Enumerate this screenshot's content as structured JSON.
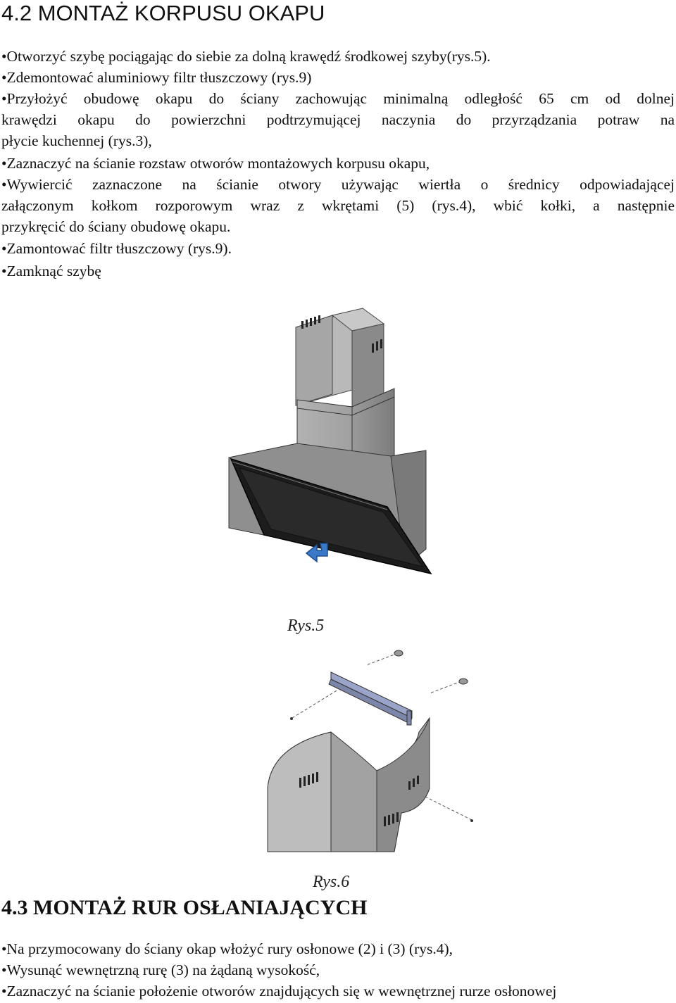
{
  "section1": {
    "heading": "4.2 MONTAŻ KORPUSU OKAPU",
    "lines": [
      "•Otworzyć szybę pociągając do siebie za dolną krawędź środkowej szyby(rys.5).",
      "•Zdemontować aluminiowy filtr tłuszczowy (rys.9)",
      "•Przyłożyć obudowę okapu do ściany zachowując minimalną odległość 65 cm od dolnej",
      "krawędzi okapu do powierzchni podtrzymującej naczynia do przyrządzania potraw na",
      "płycie kuchennej (rys.3),",
      "•Zaznaczyć na ścianie rozstaw otworów montażowych korpusu okapu,",
      "•Wywiercić zaznaczone na ścianie otwory używając wiertła o średnicy odpowiadającej",
      "załączonym kołkom rozporowym wraz z wkrętami (5) (rys.4), wbić kołki, a następnie",
      "przykręcić do ściany obudowę okapu.",
      "•Zamontować filtr tłuszczowy (rys.9).",
      "•Zamknąć szybę"
    ]
  },
  "figure5": {
    "caption": "Rys.5"
  },
  "figure6": {
    "caption": "Rys.6"
  },
  "section2": {
    "heading": "4.3 MONTAŻ RUR OSŁANIAJĄCYCH",
    "lines": [
      "•Na przymocowany do ściany okap włożyć rury osłonowe (2) i (3) (rys.4),",
      "•Wysunąć wewnętrzną rurę (3) na żądaną wysokość,",
      "•Zaznaczyć na ścianie położenie otworów znajdujących się w wewnętrznej rurze osłonowej"
    ]
  },
  "colors": {
    "arrow": "#3a78c8",
    "steel": "#8e8e8e",
    "glass": "#1c1c1c"
  }
}
